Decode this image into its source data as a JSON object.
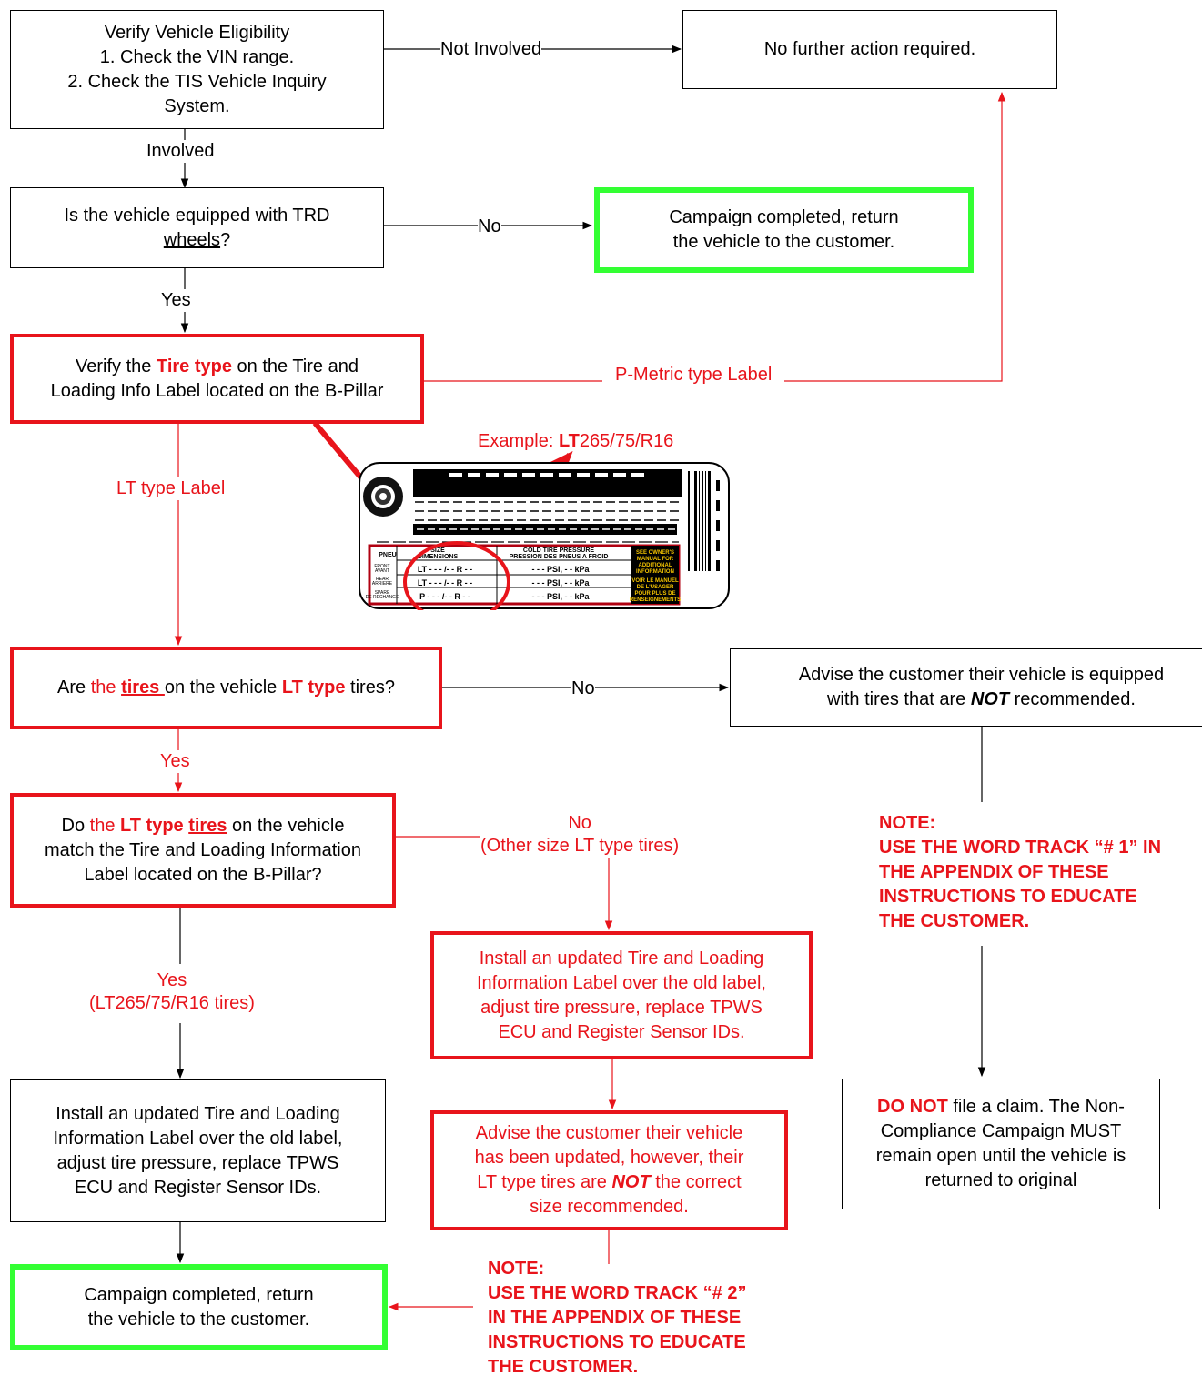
{
  "boxes": {
    "verify_eligibility": {
      "line1": "Verify Vehicle Eligibility",
      "line2": "1. Check the VIN range.",
      "line3": "2. Check the TIS Vehicle Inquiry",
      "line4": "System."
    },
    "no_further_action": "No further action required.",
    "trd_wheels": {
      "pre": "Is the vehicle equipped with TRD",
      "underlined": "wheels",
      "post": "?"
    },
    "campaign_completed_top": {
      "line1": "Campaign completed, return",
      "line2": "the vehicle to the customer."
    },
    "verify_tire_type": {
      "pre": "Verify the ",
      "bold": "Tire type",
      "post": " on the Tire and",
      "line2": "Loading Info Label located on the B-Pillar"
    },
    "lt_tires_question": {
      "pre": "Are ",
      "red1": "the ",
      "red_underlined": "tires ",
      "mid": "on the vehicle ",
      "bold": "LT type",
      "post": " tires?"
    },
    "advise_not_recommended": {
      "line1": "Advise the customer their vehicle is equipped",
      "pre2": "with tires that are ",
      "bold_italic": "NOT",
      "post2": "  recommended."
    },
    "match_label": {
      "pre": "Do ",
      "red1": "the ",
      "bold": "LT type ",
      "bold_underlined": "tires",
      "post": " on the vehicle",
      "line2": "match the Tire and Loading Information",
      "line3": "Label located on the B-Pillar?"
    },
    "install_label_red": {
      "line1": "Install an updated Tire and Loading",
      "line2": "Information Label over the old label,",
      "line3": "adjust tire pressure, replace TPWS",
      "line4": "ECU and Register Sensor IDs."
    },
    "install_label_black": {
      "line1": "Install an updated Tire and Loading",
      "line2": "Information Label over the old label,",
      "line3": "adjust tire pressure, replace TPWS",
      "line4": "ECU and Register Sensor IDs."
    },
    "advise_updated": {
      "line1": "Advise the customer their vehicle",
      "line2": "has been updated, however, their",
      "pre3": "LT type tires are ",
      "bold_italic": "NOT",
      "post3": " the correct",
      "line4": "size recommended."
    },
    "do_not_file": {
      "bold": "DO NOT",
      "post1": " file a claim.  The Non-",
      "line2": "Compliance Campaign MUST",
      "line3": "remain open until the vehicle is",
      "line4": "returned to original"
    },
    "campaign_completed_bottom": {
      "line1": "Campaign completed, return",
      "line2": "the vehicle to the customer."
    }
  },
  "labels": {
    "not_involved": "Not Involved",
    "involved": "Involved",
    "no_1": "No",
    "yes_1": "Yes",
    "p_metric": "P-Metric type Label",
    "lt_type_label": "LT type Label",
    "example_pre": "Example: ",
    "example_bold": "LT",
    "example_post": "265/75/R16",
    "no_2": "No",
    "yes_2": "Yes",
    "no_3_line1": "No",
    "no_3_line2": "(Other size LT type tires)",
    "yes_3_line1": "Yes",
    "yes_3_line2": "(LT265/75/R16 tires)"
  },
  "notes": {
    "note1": {
      "line1": "NOTE:",
      "line2": "USE THE WORD TRACK “# 1” IN",
      "line3": "THE APPENDIX OF THESE",
      "line4": "INSTRUCTIONS TO EDUCATE",
      "line5": "THE CUSTOMER."
    },
    "note2": {
      "line1": "NOTE:",
      "line2": "USE THE WORD TRACK “# 2”",
      "line3": "IN THE APPENDIX OF THESE",
      "line4": "INSTRUCTIONS TO EDUCATE",
      "line5": "THE CUSTOMER."
    }
  },
  "tire_label_image": {
    "col1": "PNEU",
    "col2a": "SIZE",
    "col2b": "DIMENSIONS",
    "col3a": "COLD TIRE PRESSURE",
    "col3b": "PRESSION DES PNEUS A FROID",
    "row1a": "FRONT",
    "row1b": "AVANT",
    "row2a": "REAR",
    "row2b": "ARRIERE",
    "row3a": "SPARE",
    "row3b": "DE RECHANGE",
    "size1": "LT - - - /- - R - -",
    "size2": "LT - - - /- - R - -",
    "size3": "P - - - /- - R - -",
    "psi1": "- - - PSI, - - kPa",
    "psi2": "- - - PSI, - - kPa",
    "psi3": "- - - PSI, - - kPa",
    "owner_a": "SEE OWNER'S",
    "owner_b": "MANUAL FOR",
    "owner_c": "ADDITIONAL",
    "owner_d": "INFORMATION",
    "owner_e": "VOIR LE MANUEL",
    "owner_f": "DE L'USAGER",
    "owner_g": "POUR PLUS DE",
    "owner_h": "RENSEIGNEMENTS"
  },
  "colors": {
    "red": "#e8141b",
    "green": "#33ff33",
    "black": "#000000"
  }
}
